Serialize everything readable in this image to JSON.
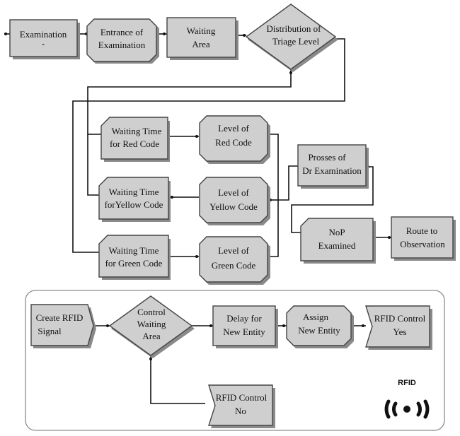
{
  "top_row": {
    "examination": "Examination",
    "entrance": [
      "Entrance of",
      "Examination"
    ],
    "waiting_area": [
      "Waiting",
      "Area"
    ],
    "distribution": [
      "Distribution of",
      "Triage Level"
    ]
  },
  "waiting_times": {
    "red": [
      "Waiting Time",
      "for Red Code"
    ],
    "yellow": [
      "Waiting Time",
      "forYellow Code"
    ],
    "green": [
      "Waiting Time",
      "for Green Code"
    ]
  },
  "levels": {
    "red": [
      "Level of",
      "Red Code"
    ],
    "yellow": [
      "Level of",
      "Yellow Code"
    ],
    "green": [
      "Level of",
      "Green Code"
    ]
  },
  "dr_exam": [
    "Prosses of",
    "Dr Examination"
  ],
  "nop": [
    "NoP",
    "Examined"
  ],
  "route": [
    "Route to",
    "Observation"
  ],
  "rfid_panel": {
    "create": [
      "Create RFID",
      "Signal"
    ],
    "control": [
      "Control",
      "Waiting",
      "Area"
    ],
    "delay": [
      "Delay for",
      "New Entity"
    ],
    "assign": [
      "Assign",
      "New Entity"
    ],
    "yes": [
      "RFID Control",
      "Yes"
    ],
    "no": [
      "RFID Control",
      "No"
    ],
    "logo_text": "RFID"
  }
}
